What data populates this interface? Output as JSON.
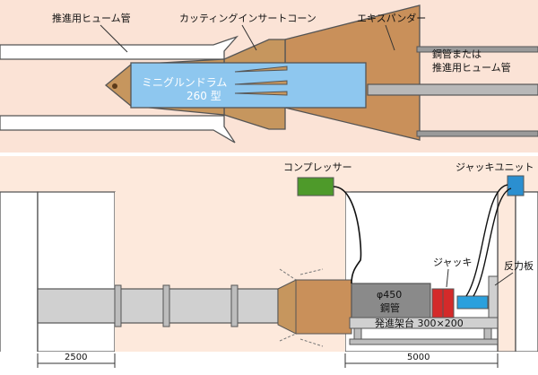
{
  "top_labels": {
    "pipe_left": "推進用ヒューム管",
    "cone": "カッティングインサートコーン",
    "expander": "エキスパンダー",
    "pipe_right_line1": "鋼管または",
    "pipe_right_line2": "推進用ヒューム管",
    "drum_line1": "ミニグルンドラム",
    "drum_line2": "260 型"
  },
  "bottom_labels": {
    "compressor": "コンプレッサー",
    "jack_unit": "ジャッキユニット",
    "jack": "ジャッキ",
    "reaction_plate": "反力板",
    "pipe_line1": "φ450",
    "pipe_line2": "鋼管",
    "launch_frame": "発進架台 300×200",
    "dim_left": "2500",
    "dim_right": "5000"
  },
  "colors": {
    "top_bg": "#fbe3d6",
    "bottom_bg": "#fde9dc",
    "drum": "#8ec7ef",
    "cone": "#c6965e",
    "expander": "#c9905a",
    "pipe": "#d0d0d0",
    "compressor": "#4e9a2a",
    "jack_unit": "#2b8fd0",
    "jack": "#d42a2a",
    "jack_cyl": "#2aa0dd",
    "steel_pipe": "#8a8a8a"
  }
}
